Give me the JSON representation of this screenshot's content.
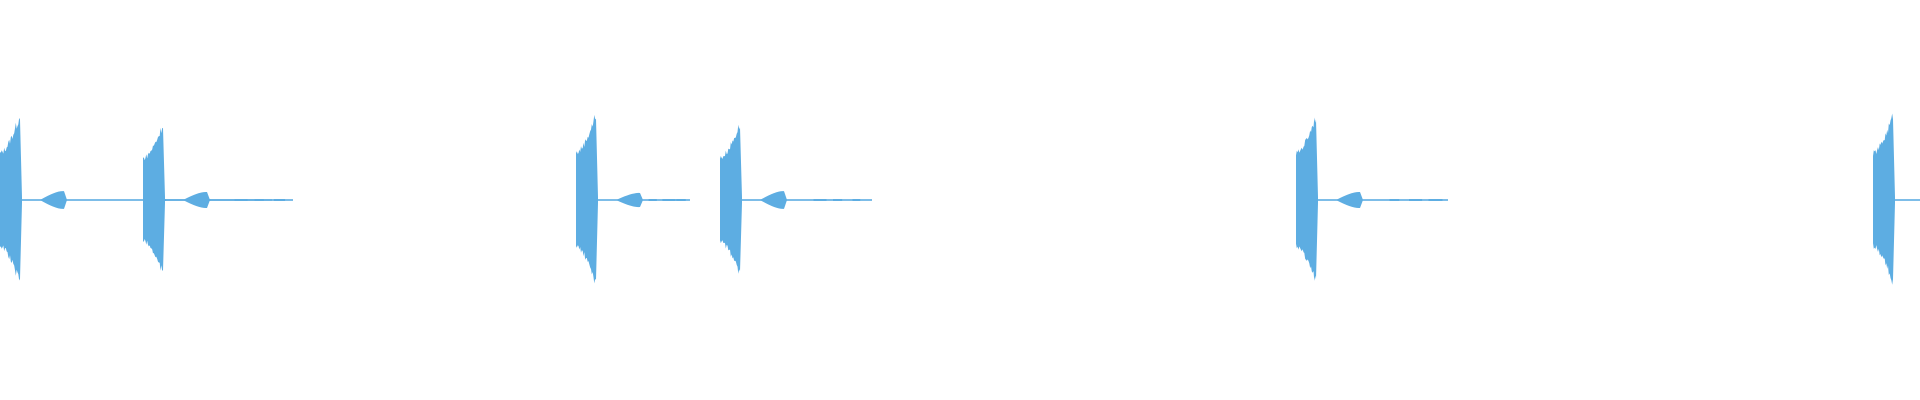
{
  "waveform": {
    "color": "#5dade2",
    "background": "#ffffff",
    "clips": [
      {
        "peak": 0.92,
        "tail": 0.1
      },
      {
        "peak": 0.82,
        "tail": 0.09
      },
      {
        "peak": 0.93,
        "tail": 0.08
      },
      {
        "peak": 0.83,
        "tail": 0.1
      },
      {
        "peak": 0.92,
        "tail": 0.09
      },
      {
        "peak": 0.92,
        "tail": 0.05
      }
    ]
  }
}
